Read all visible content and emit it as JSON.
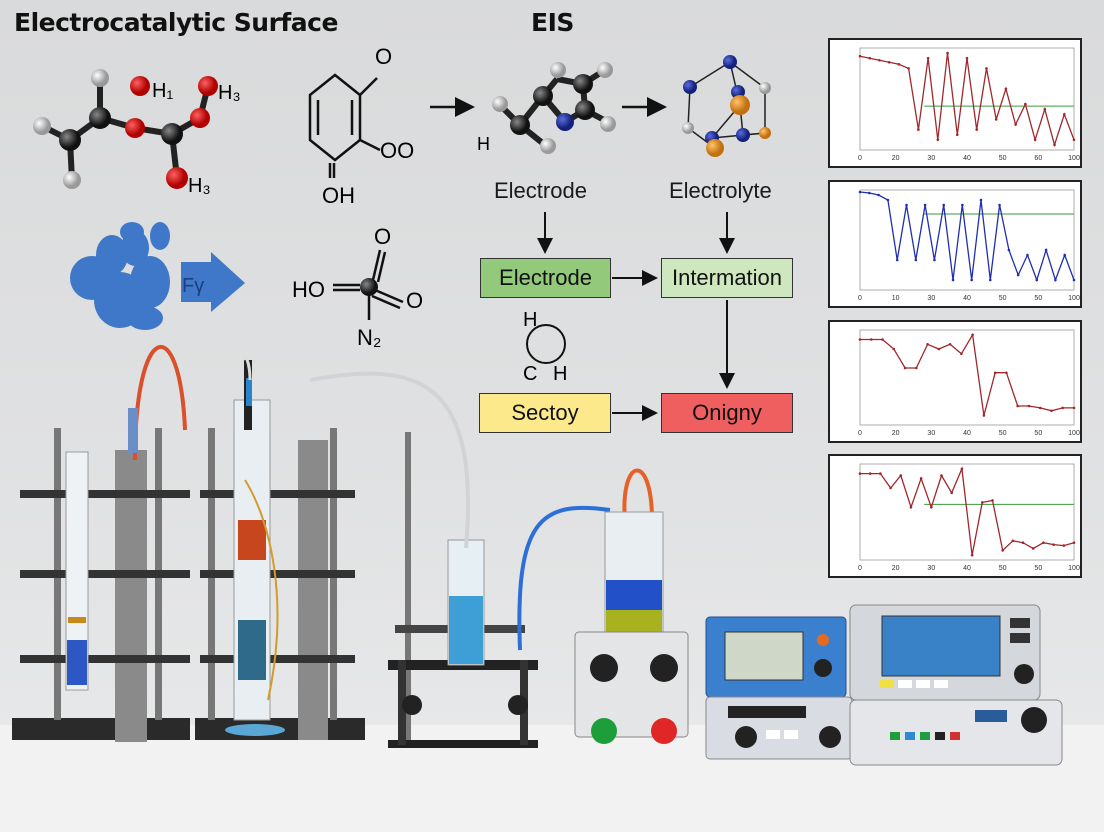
{
  "header": {
    "left_title": "Electrocatalytic Surface",
    "right_title": "EIS"
  },
  "molecules": {
    "m1_labels": [
      "H₁",
      "H₃",
      "H₃"
    ],
    "benzene_labels": [
      "O",
      "OO",
      "OH"
    ],
    "pyrrole_label": "H",
    "acid_labels": [
      "O",
      "HO",
      "O",
      "N₂"
    ],
    "ring_labels": [
      "H",
      "C",
      "H"
    ],
    "arrow_label": "Fγ"
  },
  "flow": {
    "top_labels": [
      "Electrode",
      "Electrolyte"
    ],
    "boxes": [
      {
        "label": "Electrode",
        "color": "#93c97a"
      },
      {
        "label": "Intermation",
        "color": "#cfe7bf"
      },
      {
        "label": "Sectoy",
        "color": "#fbe98c"
      },
      {
        "label": "Onigny",
        "color": "#ef5f5f"
      }
    ]
  },
  "colors": {
    "paw_blue": "#3f78c8",
    "oxygen_red": "#d40000",
    "nitrogen_blue": "#1f2fa0",
    "gold": "#e79a2b"
  },
  "chart_data": [
    {
      "type": "line",
      "x_ticks": [
        "0",
        "20",
        "30",
        "40",
        "50",
        "60",
        "100"
      ],
      "series": [
        {
          "color": "#a0282c",
          "values": [
            0.92,
            0.9,
            0.88,
            0.86,
            0.84,
            0.8,
            0.2,
            0.9,
            0.1,
            0.95,
            0.15,
            0.9,
            0.2,
            0.8,
            0.3,
            0.6,
            0.25,
            0.45,
            0.1,
            0.4,
            0.05,
            0.35,
            0.1
          ]
        }
      ],
      "reference_line": 0.43
    },
    {
      "type": "line",
      "x_ticks": [
        "0",
        "10",
        "30",
        "40",
        "50",
        "50",
        "100"
      ],
      "series": [
        {
          "color": "#1f2fb0",
          "values": [
            0.98,
            0.97,
            0.95,
            0.9,
            0.3,
            0.85,
            0.3,
            0.85,
            0.3,
            0.85,
            0.1,
            0.85,
            0.1,
            0.9,
            0.1,
            0.85,
            0.4,
            0.15,
            0.35,
            0.1,
            0.4,
            0.1,
            0.35,
            0.1
          ]
        }
      ],
      "reference_line": 0.76
    },
    {
      "type": "line",
      "x_ticks": [
        "0",
        "20",
        "30",
        "40",
        "50",
        "50",
        "100"
      ],
      "series": [
        {
          "color": "#a0282c",
          "values": [
            0.9,
            0.9,
            0.9,
            0.8,
            0.6,
            0.6,
            0.85,
            0.8,
            0.85,
            0.75,
            0.95,
            0.1,
            0.55,
            0.55,
            0.2,
            0.2,
            0.18,
            0.15,
            0.18,
            0.18
          ]
        }
      ]
    },
    {
      "type": "line",
      "x_ticks": [
        "0",
        "20",
        "30",
        "40",
        "50",
        "50",
        "100"
      ],
      "series": [
        {
          "color": "#a0282c",
          "values": [
            0.9,
            0.9,
            0.9,
            0.75,
            0.88,
            0.55,
            0.85,
            0.55,
            0.88,
            0.7,
            0.95,
            0.05,
            0.6,
            0.62,
            0.1,
            0.2,
            0.18,
            0.12,
            0.18,
            0.16,
            0.15,
            0.18
          ]
        }
      ],
      "reference_line": 0.58
    }
  ]
}
